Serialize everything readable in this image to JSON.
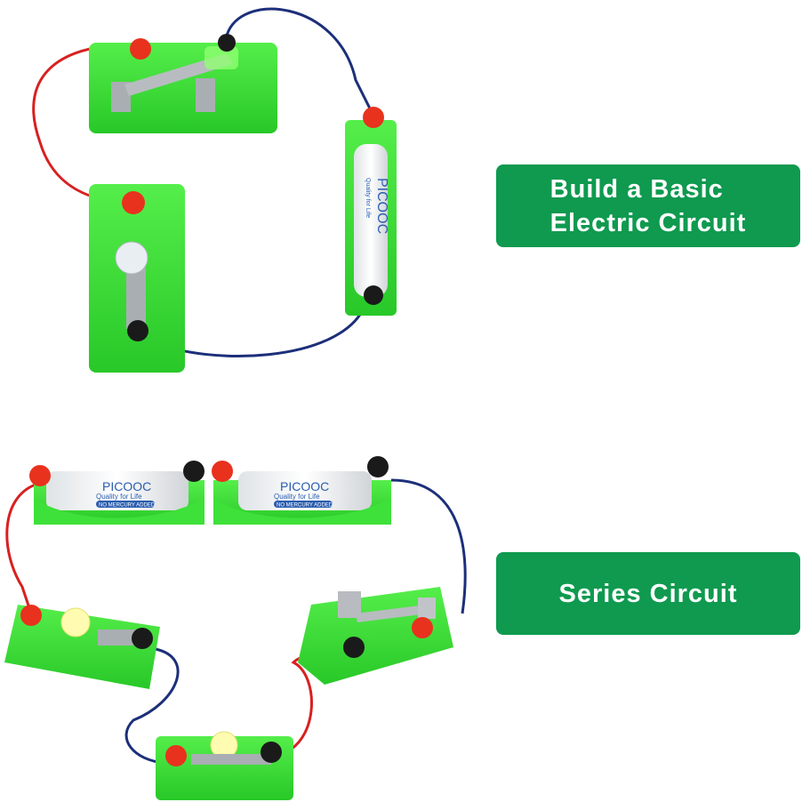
{
  "labels": {
    "basic_line1": "Build a Basic",
    "basic_line2": "Electric Circuit",
    "series": "Series Circuit"
  },
  "battery": {
    "brand": "PICOOC",
    "tagline": "Quality for Life",
    "badge": "NO MERCURY ADDED"
  },
  "colors": {
    "board": "#3ee03a",
    "label_bg": "#0f9a4f",
    "wire_red": "#d82020",
    "wire_blue": "#1c2f7a",
    "terminal_red": "#e8321e",
    "terminal_black": "#1a1a1a"
  }
}
